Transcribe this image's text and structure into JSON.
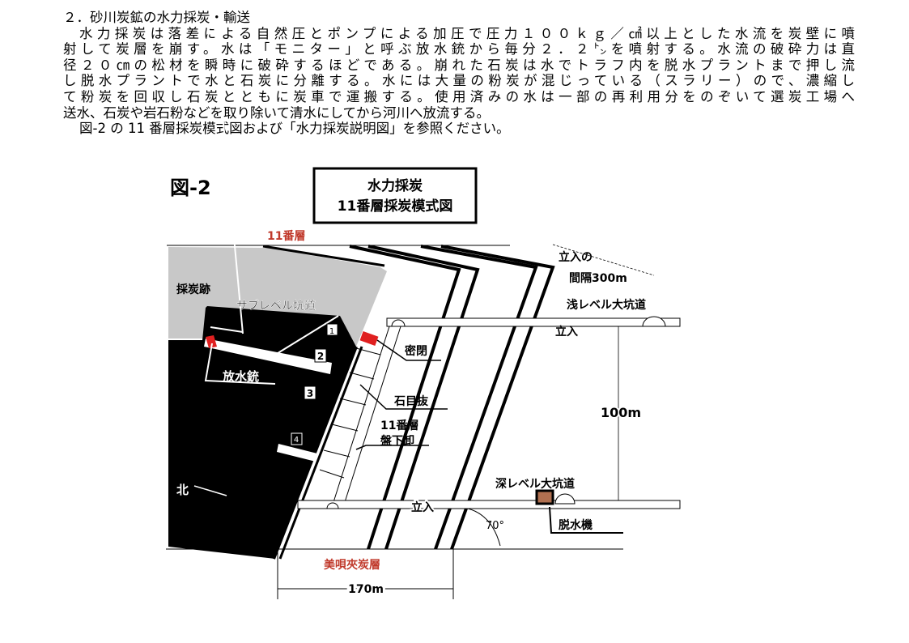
{
  "heading": "２．砂川炭鉱の水力採炭・輸送",
  "paragraph_lines": [
    "水力採炭は落差による自然圧とポンプによる加圧で圧力１００ｋｇ／㎠以上とした水流を炭壁に噴",
    "射して炭層を崩す。水は「モニター」と呼ぶ放水銃から毎分２．２㌧を噴射する。水流の破砕力は直",
    "径２０㎝の松材を瞬時に破砕するほどである。崩れた石炭は水でトラフ内を脱水プラントまで押し流",
    "し脱水プラントで水と石炭に分離する。水には大量の粉炭が混じっている（スラリー）ので、濃縮し",
    "て粉炭を回収し石炭とともに炭車で運搬する。使用済みの水は一部の再利用分をのぞいて選炭工場へ",
    "送水、石炭や岩石粉などを取り除いて清水にしてから河川へ放流する。"
  ],
  "reference_line": "図-2 の 11 番層採炭模式図および「水力採炭説明図」を参照ください。",
  "figure": {
    "number": "図-2",
    "title_line1": "水力採炭",
    "title_line2": "11番層採炭模式図",
    "labels": {
      "seam11": "11番層",
      "mined_out": "採炭跡",
      "sublevel": "サブレベル坑道",
      "monitor": "放水銃",
      "north": "北",
      "seal": "密閉",
      "crosscut": "石目抜",
      "seam11_b": "11番層",
      "footwall_drift": "盤下卸",
      "interval1": "立入の",
      "interval2": "間隔300m",
      "shallow_level": "浅レベル大坑道",
      "crosscut_upper": "立入",
      "height": "100m",
      "deep_level": "深レベル大坑道",
      "crosscut_lower": "立入",
      "angle": "70°",
      "dewater": "脱水機",
      "bibai": "美唄夾炭層",
      "width": "170m"
    },
    "block_numbers": [
      "1",
      "2",
      "3",
      "4"
    ],
    "colors": {
      "red": "#c0392b",
      "gray": "#c8c8c8",
      "brown": "#b07050"
    }
  }
}
